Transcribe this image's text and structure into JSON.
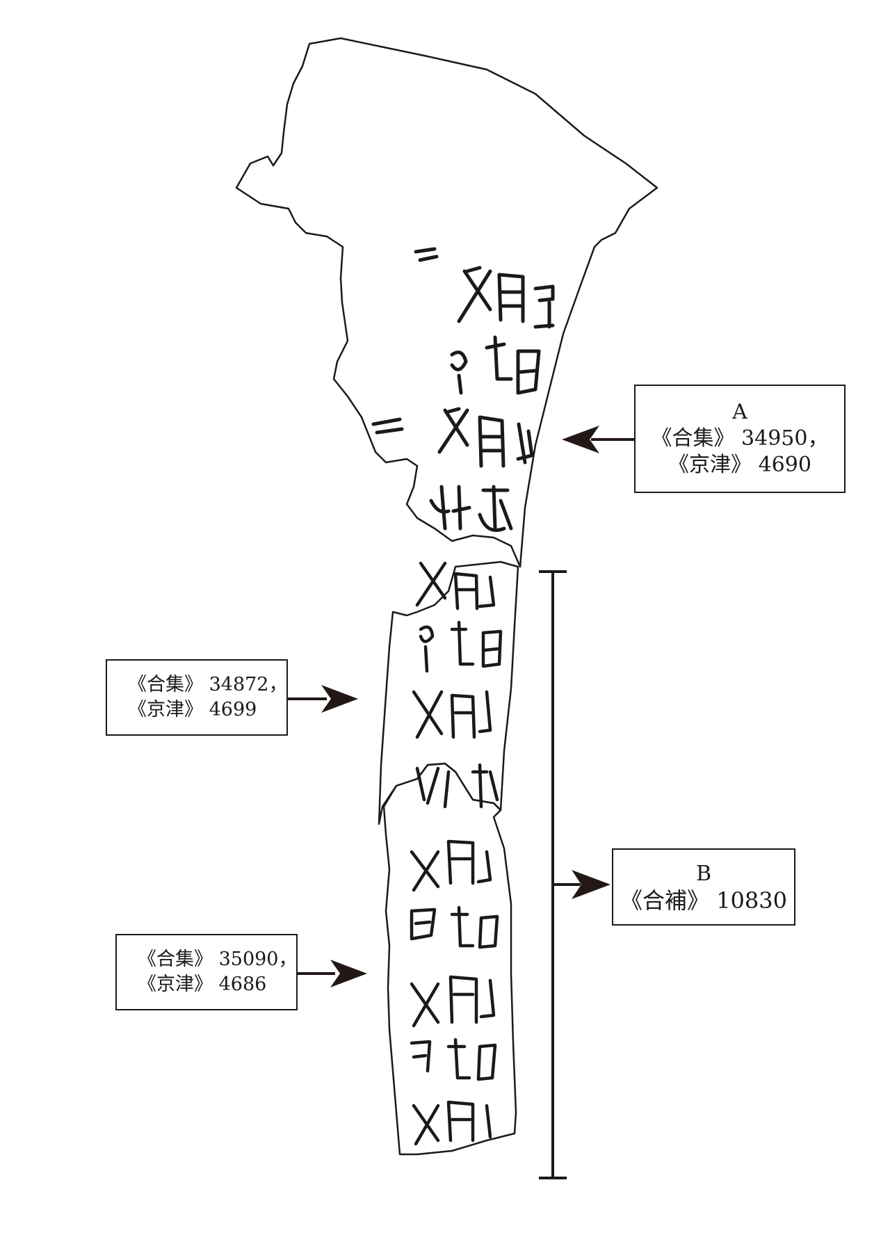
{
  "figure": {
    "description": "",
    "box_a": {
      "title": "A",
      "line1": "《合集》 34950，",
      "line2": "《京津》 4690"
    },
    "box_b": {
      "title": "B",
      "line1": "《合補》 10830"
    },
    "box_c": {
      "line1": "《合集》 34872，",
      "line2": "《京津》 4699"
    },
    "box_d": {
      "line1": "《合集》 35090，",
      "line2": "《京津》 4686"
    },
    "colors": {
      "ink": "#1a1a1a",
      "arrow": "#231815",
      "background": "#ffffff"
    }
  }
}
